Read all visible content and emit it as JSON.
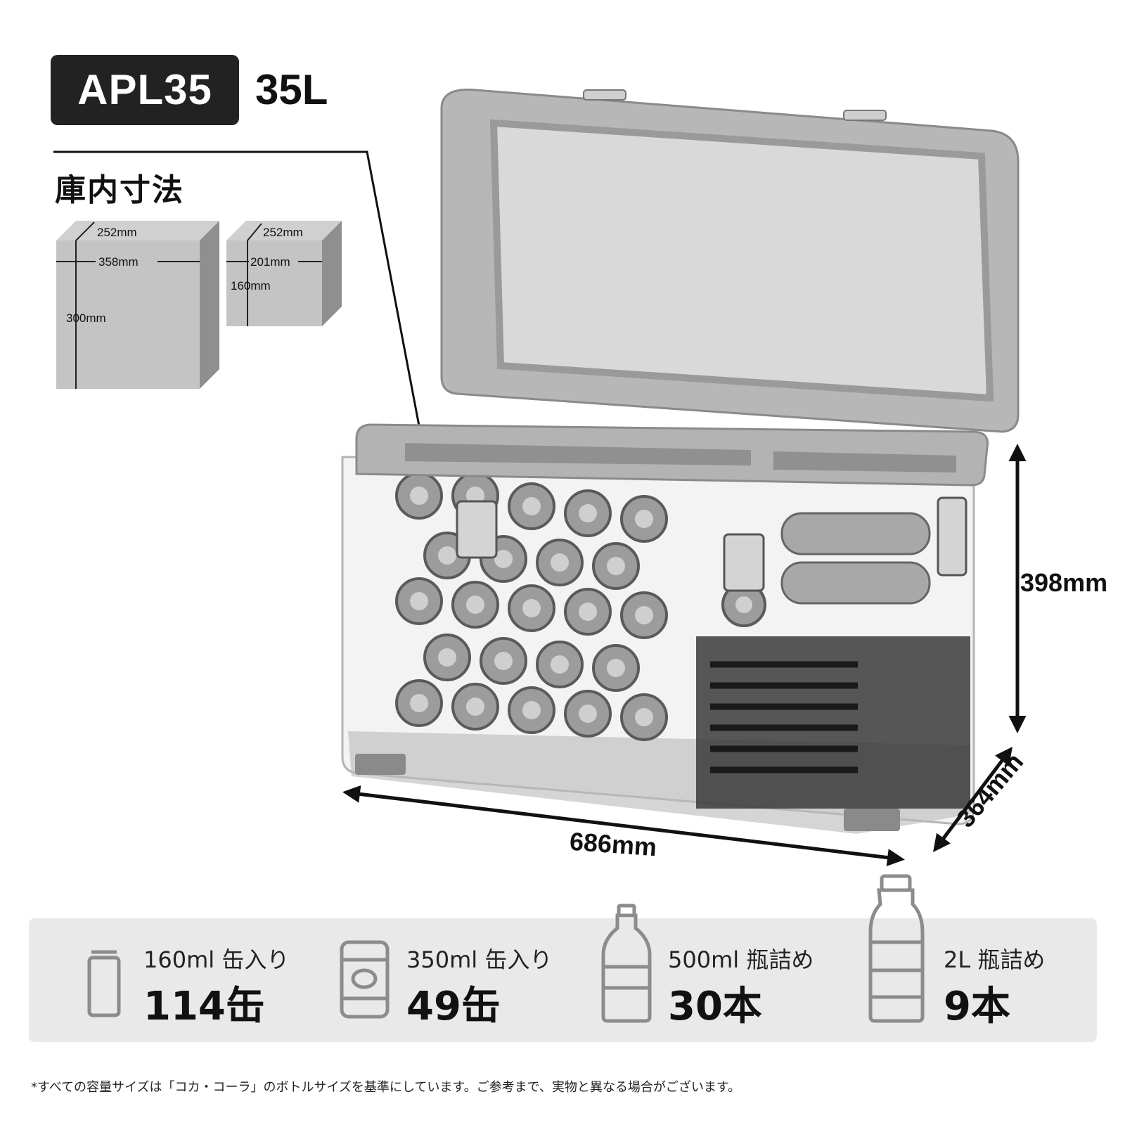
{
  "header": {
    "model": "APL35",
    "capacity": "35L"
  },
  "interior": {
    "heading": "庫内寸法",
    "main_compartment": {
      "depth": "252mm",
      "width": "358mm",
      "height": "300mm"
    },
    "sub_compartment": {
      "depth": "252mm",
      "width": "201mm",
      "height": "160mm"
    }
  },
  "exterior": {
    "width": "686mm",
    "depth": "364mm",
    "height": "398mm"
  },
  "capacity_stats": [
    {
      "label": "160ml 缶入り",
      "value": "114缶",
      "icon": "small-can-icon"
    },
    {
      "label": "350ml 缶入り",
      "value": "49缶",
      "icon": "can-icon"
    },
    {
      "label": "500ml 瓶詰め",
      "value": "30本",
      "icon": "bottle-icon"
    },
    {
      "label": "2L 瓶詰め",
      "value": "9本",
      "icon": "large-bottle-icon"
    }
  ],
  "footnote": "*すべての容量サイズは「コカ・コーラ」のボトルサイズを基準にしています。ご参考まで、実物と異なる場合がございます。",
  "colors": {
    "badge": "#222222",
    "panel": "#e9e9e9",
    "cooler_gray": "#a9a9a9"
  }
}
